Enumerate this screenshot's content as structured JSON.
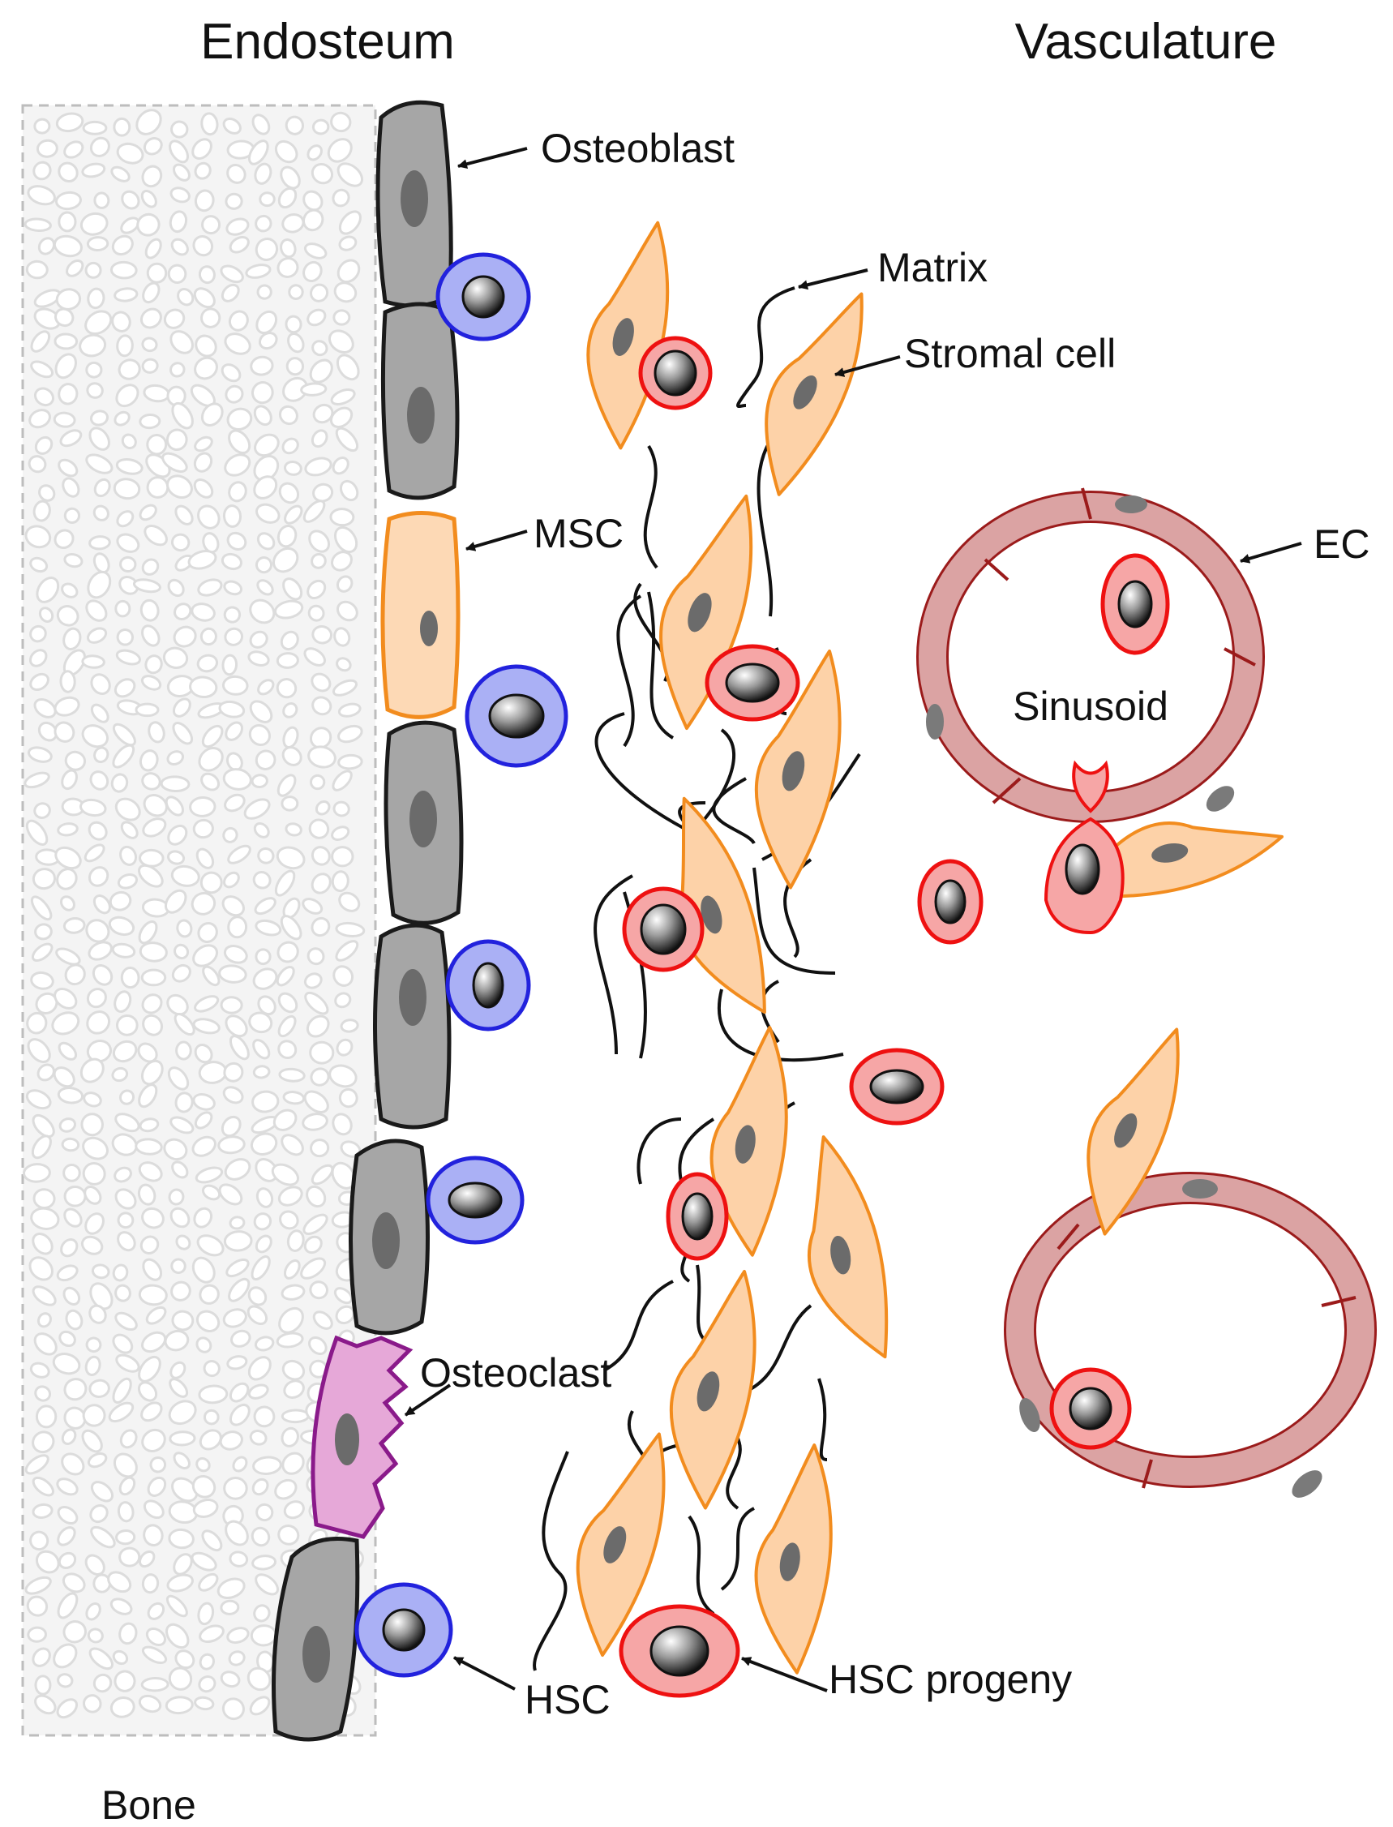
{
  "headers": {
    "left": "Endosteum",
    "right": "Vasculature"
  },
  "labels": {
    "osteoblast": "Osteoblast",
    "matrix": "Matrix",
    "stromal_cell": "Stromal cell",
    "msc": "MSC",
    "ec": "EC",
    "sinusoid": "Sinusoid",
    "osteoclast": "Osteoclast",
    "hsc": "HSC",
    "hsc_progeny": "HSC progeny",
    "bone": "Bone"
  },
  "colors": {
    "osteoblast_fill": "#a6a6a6",
    "osteoblast_stroke": "#1a1a1a",
    "msc_fill": "#fdd9b5",
    "msc_stroke": "#f28c1e",
    "stromal_fill": "#fdd2a8",
    "stromal_stroke": "#f28c1e",
    "hsc_fill": "#aab0f5",
    "hsc_stroke": "#2222dd",
    "progeny_fill": "#f6a6a6",
    "progeny_stroke": "#ee1111",
    "vessel_fill": "#dba3a3",
    "vessel_stroke": "#9b1b1b",
    "osteoclast_fill": "#e6a8d8",
    "osteoclast_stroke": "#8a1a8a",
    "bone_pore": "#e2e2e2",
    "matrix_stroke": "#111111"
  }
}
